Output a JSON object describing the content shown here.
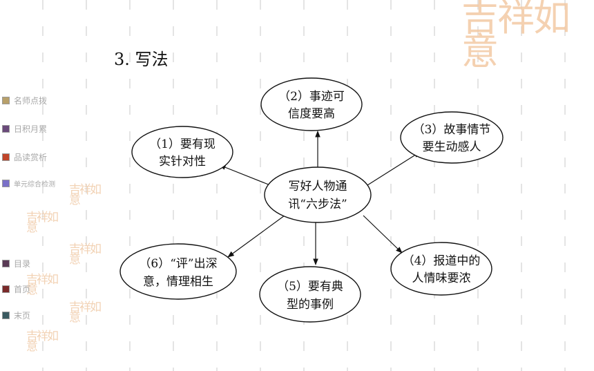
{
  "title": "3. 写法",
  "sidebar": {
    "items": [
      {
        "label": "名师点拨",
        "color": "#b8a06a"
      },
      {
        "label": "日积月累",
        "color": "#6a4a7a"
      },
      {
        "label": "品读赏析",
        "color": "#c0452a"
      },
      {
        "label": "单元综合检测",
        "color": "#7a70c8"
      },
      {
        "label": "目录",
        "color": "#5a3a55"
      },
      {
        "label": "首页",
        "color": "#7a2a2a"
      },
      {
        "label": "末页",
        "color": "#3a5a60"
      }
    ]
  },
  "watermark": {
    "big": "吉祥如意",
    "small": "吉祥如意"
  },
  "diagram": {
    "center": [
      "写好人物通",
      "讯“六步法”"
    ],
    "nodes": [
      [
        "（2）事迹可",
        "信度要高"
      ],
      [
        "（3）故事情节",
        "要生动感人"
      ],
      [
        "（4）报道中的",
        "人情味要浓"
      ],
      [
        "（5）要有典",
        "型的事例"
      ],
      [
        "（6）“评”出深",
        "意，情理相生"
      ],
      [
        "（1）要有现",
        "实针对性"
      ]
    ]
  },
  "colors": {
    "line": "#111111",
    "bg_dash": "#d6d6d6",
    "seal": "#f0cba8"
  }
}
